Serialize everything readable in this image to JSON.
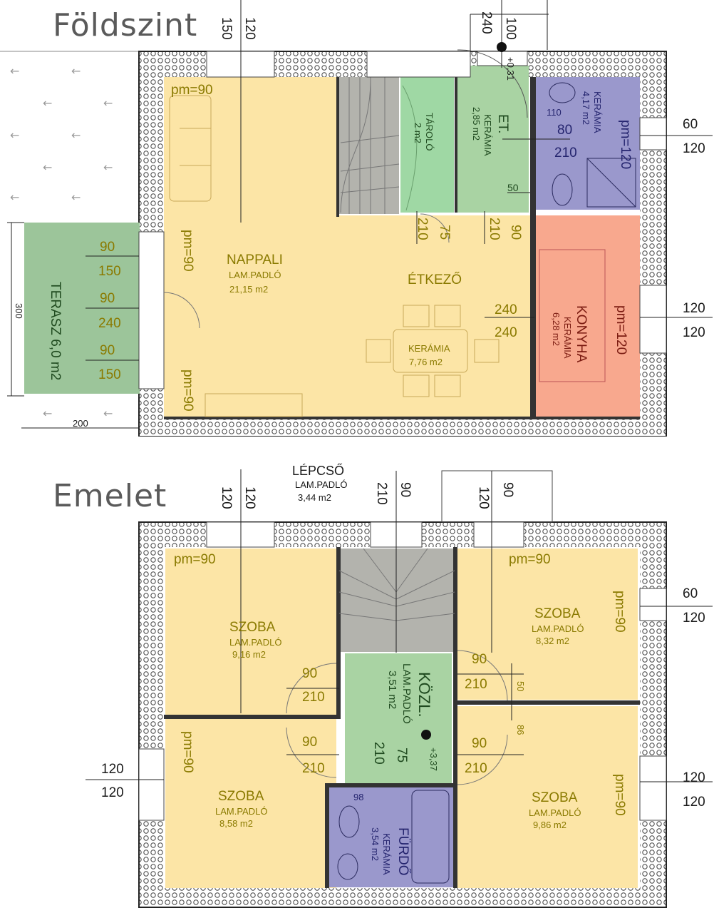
{
  "colors": {
    "living": "#fce5a6",
    "stair": "#b3b3ad",
    "storage_green": "#9fd8a4",
    "hall_green": "#a9d3a3",
    "bath_blue": "#9a98cc",
    "kitchen": "#f8a88e",
    "terrace": "#9cc59a",
    "wall": "#2a2a2a",
    "label_olive": "#8a7a00",
    "label_blue": "#24246e",
    "label_green": "#1f4a1f",
    "label_red": "#7a1a10"
  },
  "ground": {
    "title": "Földszint",
    "rooms": {
      "nappali": {
        "name": "NAPPALI",
        "floor": "LAM.PADLÓ",
        "area": "21,15 m2"
      },
      "etkezo": {
        "name": "ÉTKEZŐ",
        "floor": "KERÁMIA",
        "area": "7,76  m2"
      },
      "tarolo": {
        "name": "TÁROLÓ",
        "area": "2 m2"
      },
      "et": {
        "name": "ET.",
        "floor": "KERÁMIA",
        "area": "2,85 m2"
      },
      "wc": {
        "floor": "KERÁMIA",
        "area": "4,17 m2"
      },
      "konyha": {
        "name": "KONYHA",
        "floor": "KERÁMIA",
        "area": "6,28 m2"
      },
      "terasz": {
        "name": "TERASZ 6,0 m2"
      }
    },
    "labels": {
      "pm90_a": "pm=90",
      "pm90_b": "pm=90",
      "pm90_c": "pm=90",
      "pm120_wc": "pm=120",
      "pm120_k": "pm=120",
      "top_150": "150",
      "top_120": "120",
      "top_240": "240",
      "top_100": "100",
      "level": "+0,31",
      "r60": "60",
      "r120a": "120",
      "r120b": "120",
      "r120c": "120",
      "w90a": "90",
      "w150a": "150",
      "w90b": "90",
      "w240": "240",
      "w90c": "90",
      "w150b": "150",
      "d210a": "210",
      "d75": "75",
      "d210b": "210",
      "d90": "90",
      "d240a": "240",
      "d240b": "240",
      "wc110": "110",
      "wc80": "80",
      "wc210": "210",
      "wc50": "50",
      "t300": "300",
      "t200": "200"
    }
  },
  "upper": {
    "title": "Emelet",
    "stair": {
      "name": "LÉPCSŐ",
      "floor": "LAM.PADLÓ",
      "area": "3,44  m2"
    },
    "rooms": {
      "szoba1": {
        "name": "SZOBA",
        "floor": "LAM.PADLÓ",
        "area": "9,16  m2"
      },
      "szoba2": {
        "name": "SZOBA",
        "floor": "LAM.PADLÓ",
        "area": "8,32  m2"
      },
      "szoba3": {
        "name": "SZOBA",
        "floor": "LAM.PADLÓ",
        "area": "8,58  m2"
      },
      "szoba4": {
        "name": "SZOBA",
        "floor": "LAM.PADLÓ",
        "area": "9,86  m2"
      },
      "kozl": {
        "name": "KÖZL.",
        "floor": "LAM.PADLÓ",
        "area": "3,51  m2"
      },
      "furdo": {
        "name": "FÜRDŐ",
        "floor": "KERÁMIA",
        "area": "3,54  m2"
      }
    },
    "labels": {
      "top_120a": "120",
      "top_120b": "120",
      "top_210": "210",
      "top_90a": "90",
      "top_120c": "120",
      "top_90b": "90",
      "pm_tl": "pm=90",
      "pm_tr": "pm=90",
      "pm_r1": "pm=90",
      "pm_l2": "pm=90",
      "pm_r2": "pm=90",
      "r60": "60",
      "r120a": "120",
      "r120b": "120",
      "r120c": "120",
      "l120a": "120",
      "l120b": "120",
      "d90a": "90",
      "d210a": "210",
      "d90b": "90",
      "d210b": "210",
      "d90c": "90",
      "d210c": "210",
      "d90d": "90",
      "d210d": "210",
      "h50": "50",
      "h86": "86",
      "k210": "210",
      "k75": "75",
      "level": "+3,37",
      "b98": "98"
    }
  }
}
